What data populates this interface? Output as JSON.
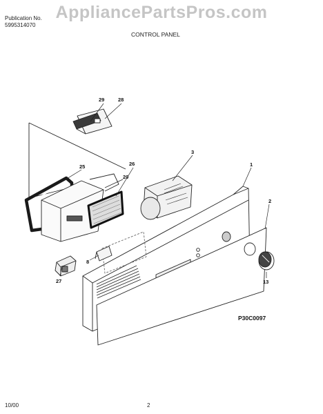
{
  "header": {
    "left_line1": "Publication No.",
    "left_line2": "5995314070",
    "center_title": "CONTROL PANEL"
  },
  "watermark": "AppliancePartsPros.com",
  "callouts": {
    "c29": "29",
    "c28": "28",
    "c3": "3",
    "c25": "25",
    "c26": "26",
    "c20": "20",
    "c1": "1",
    "c2": "2",
    "c8": "8",
    "c27": "27",
    "c13": "13"
  },
  "diagram_code": "P30C0097",
  "footer": {
    "date": "10/00",
    "page_number": "2"
  }
}
